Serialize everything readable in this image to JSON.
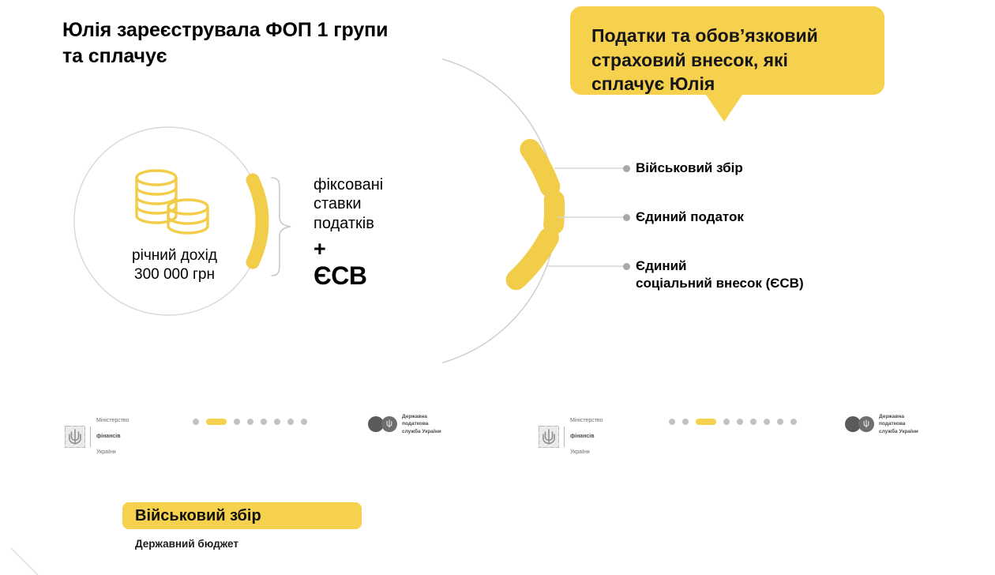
{
  "slide_left": {
    "heading": "Юлія зареєструвала ФОП 1 групи\nта сплачує",
    "circle": {
      "caption": "річний дохід\n300 000 грн",
      "icon": "coins-stack-icon"
    },
    "note": {
      "lines": "фіксовані\nставки\nподатків",
      "plus": "+",
      "esv": "ЄСВ"
    }
  },
  "slide_right": {
    "banner": "Податки та обов’язковий\nстраховий внесок, які\nсплачує Юлія",
    "legend": [
      {
        "label": "Військовий збір"
      },
      {
        "label": "Єдиний податок"
      },
      {
        "label": "Єдиний\nсоціальний внесок (ЄСВ)"
      }
    ]
  },
  "footer_left": {
    "logo_ministry": {
      "line1": "Міністерство",
      "line2": "фінансів",
      "line3": "України"
    },
    "logo_tax": "Державна\nподаткова\nслужба України",
    "pagination": {
      "total": 8,
      "active_index": 1
    }
  },
  "footer_right": {
    "logo_ministry": {
      "line1": "Міністерство",
      "line2": "фінансів",
      "line3": "України"
    },
    "logo_tax": "Державна\nподаткова\nслужба України",
    "pagination": {
      "total": 9,
      "active_index": 2
    }
  },
  "next_slide": {
    "chip_label": "Військовий збір",
    "subtitle": "Державний бюджет"
  },
  "colors": {
    "yellow": "#f5d14e",
    "yellow_deep": "#f0c93f",
    "gray_line": "#d6d6d6",
    "gray_dot": "#a8a8a8",
    "text": "#000000"
  }
}
